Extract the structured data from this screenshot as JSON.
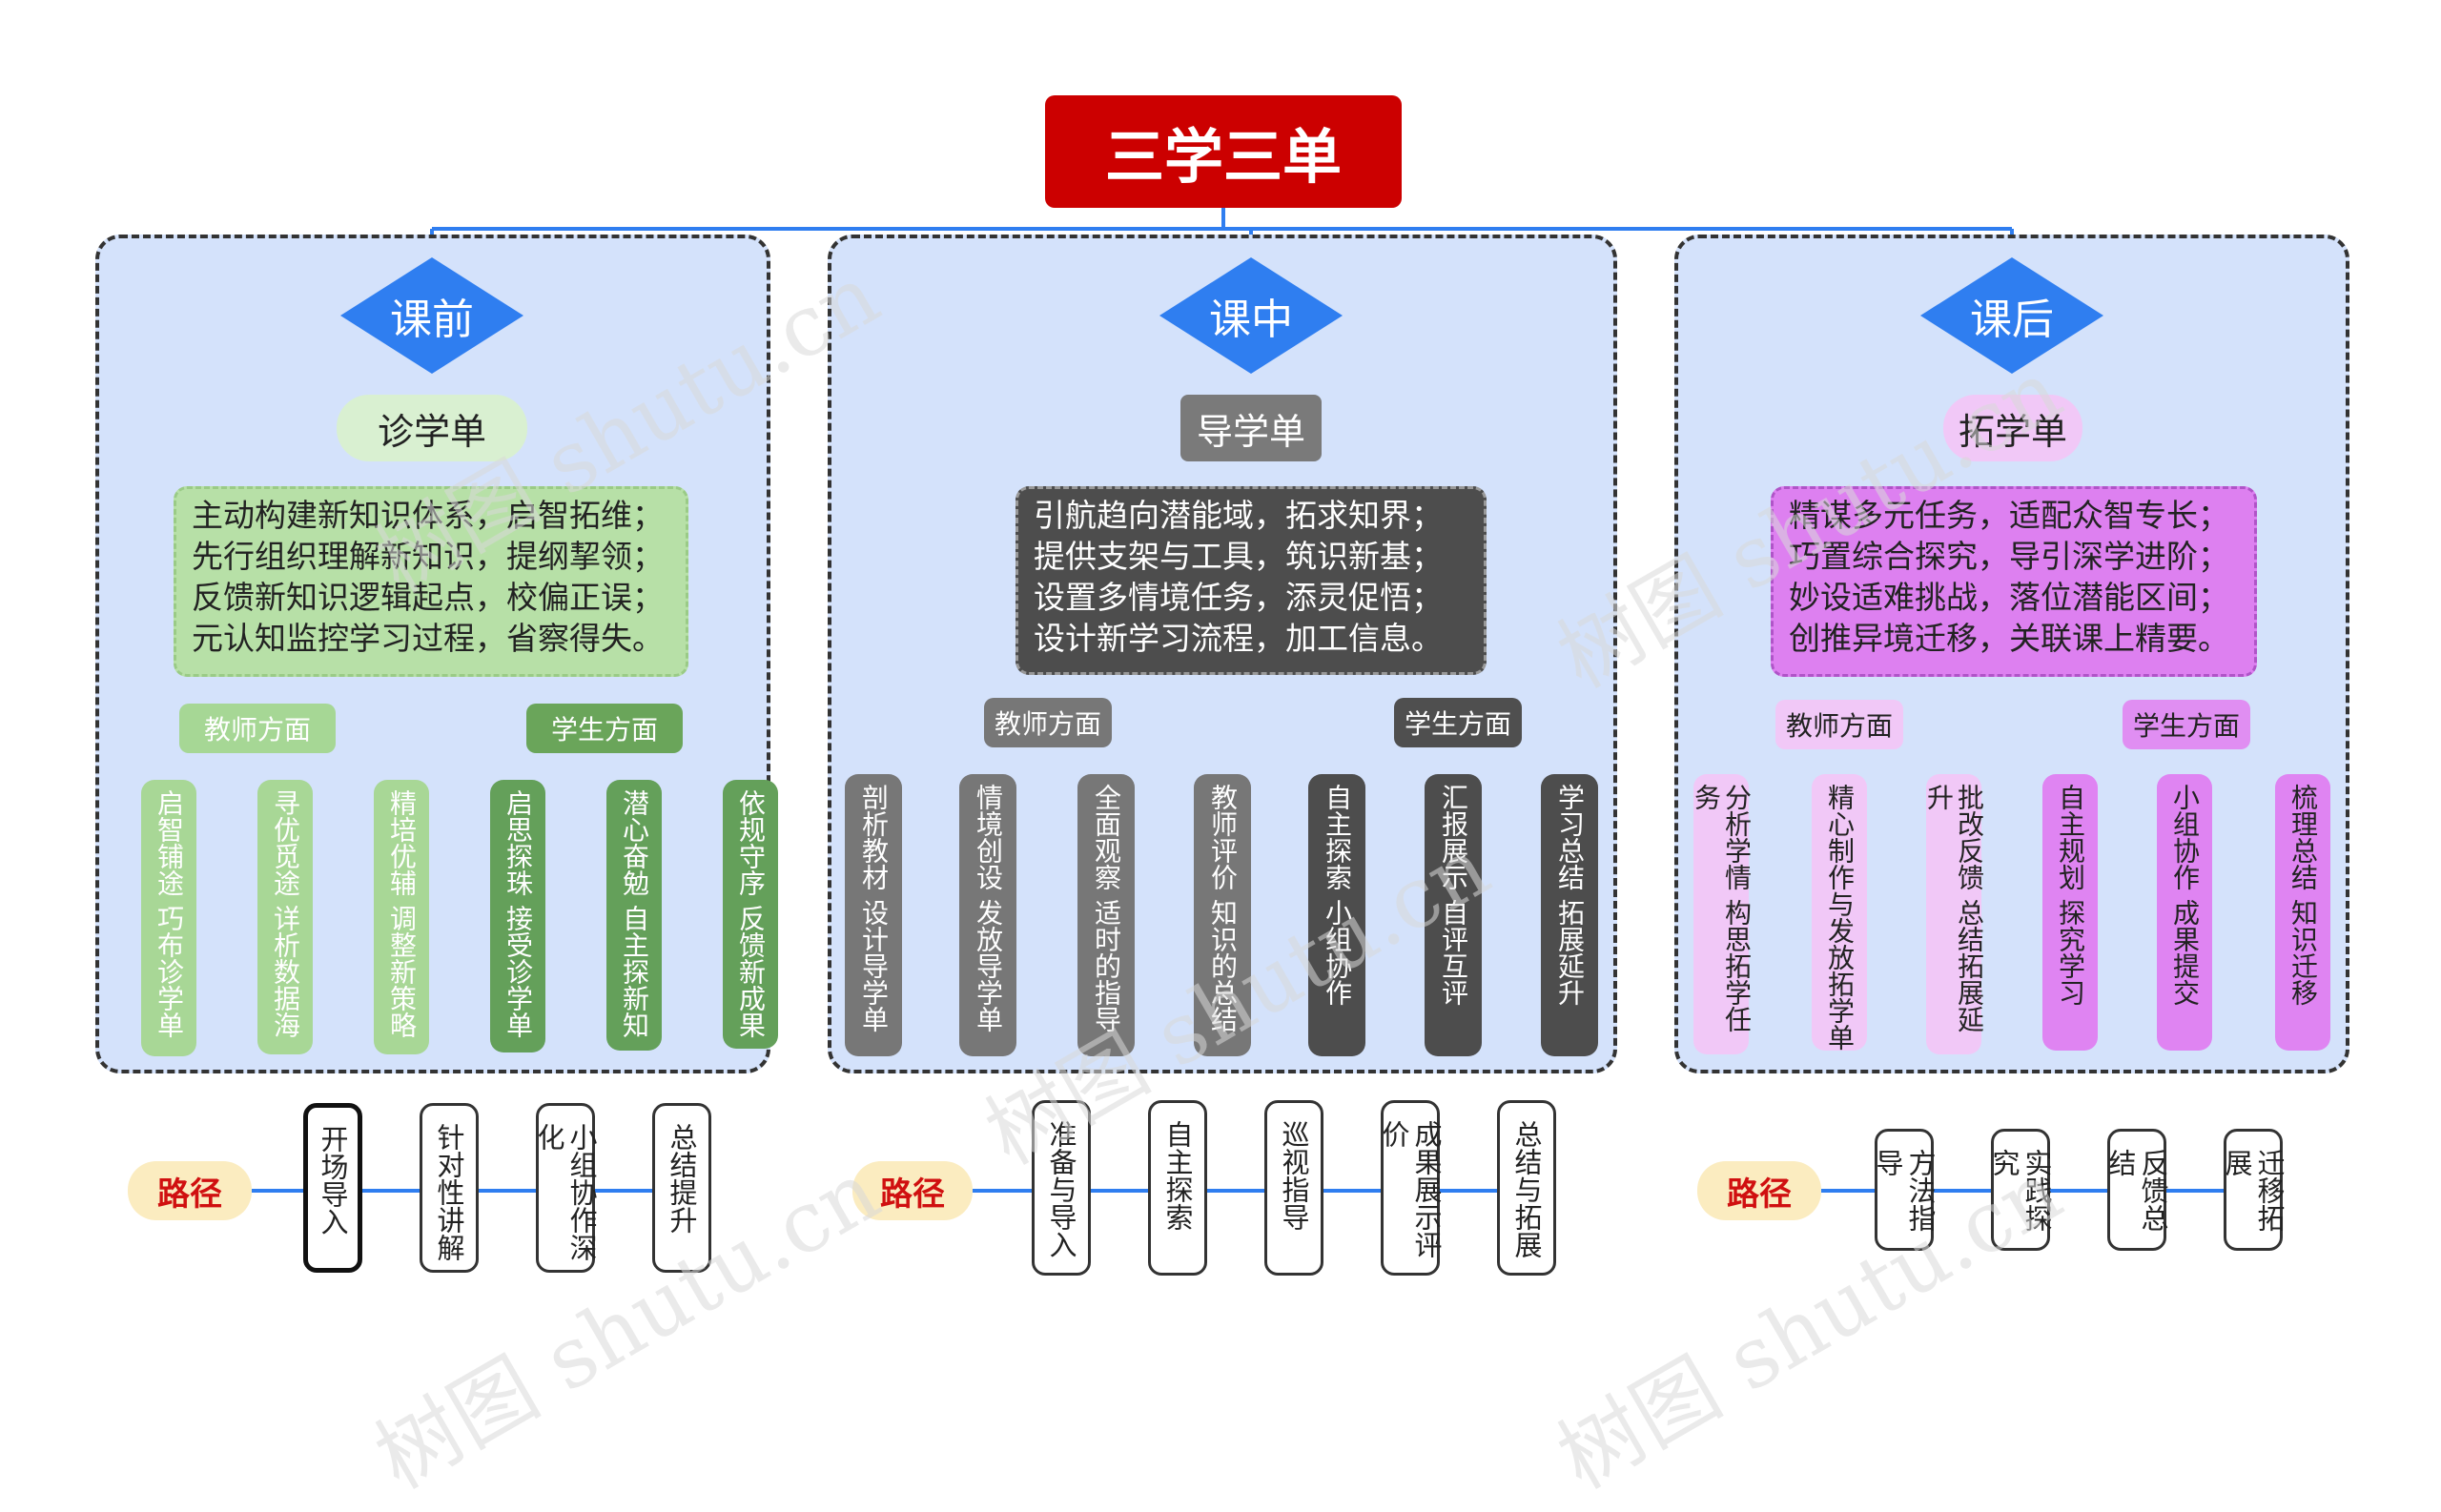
{
  "title": "三学三单",
  "columns": [
    {
      "stage": "课前",
      "sheet": "诊学单",
      "summary": [
        "主动构建新知识体系，启智拓维；",
        "先行组织理解新知识，提纲挈领；",
        "反馈新知识逻辑起点，校偏正误；",
        "元认知监控学习过程，省察得失。"
      ],
      "teacher_label": "教师方面",
      "student_label": "学生方面",
      "teacher_items": [
        "启智铺途 巧布诊学单",
        "寻优觅途 详析数据海",
        "精培优辅 调整新策略"
      ],
      "student_items": [
        "启思探珠 接受诊学单",
        "潜心奋勉 自主探新知",
        "依规守序 反馈新成果"
      ],
      "path_label": "路径",
      "path_steps": [
        "开场导入",
        "针对性讲解",
        "小组协作深化",
        "总结提升"
      ]
    },
    {
      "stage": "课中",
      "sheet": "导学单",
      "summary": [
        "引航趋向潜能域，拓求知界；",
        "提供支架与工具，筑识新基；",
        "设置多情境任务，添灵促悟；",
        "设计新学习流程，加工信息。"
      ],
      "teacher_label": "教师方面",
      "student_label": "学生方面",
      "teacher_items": [
        "剖析教材 设计导学单",
        "情境创设 发放导学单",
        "全面观察 适时的指导",
        "教师评价 知识的总结"
      ],
      "student_items": [
        "自主探索 小组协作",
        "汇报展示 自评互评",
        "学习总结 拓展延升"
      ],
      "path_label": "路径",
      "path_steps": [
        "准备与导入",
        "自主探索",
        "巡视指导",
        "成果展示评价",
        "总结与拓展"
      ]
    },
    {
      "stage": "课后",
      "sheet": "拓学单",
      "summary": [
        "精谋多元任务，适配众智专长；",
        "巧置综合探究，导引深学进阶；",
        "妙设适难挑战，落位潜能区间；",
        "创推异境迁移，关联课上精要。"
      ],
      "teacher_label": "教师方面",
      "student_label": "学生方面",
      "teacher_items": [
        "分析学情 构思拓学任务",
        "精心制作与发放拓学单",
        "批改反馈 总结拓展延升"
      ],
      "student_items": [
        "自主规划 探究学习",
        "小组协作 成果提交",
        "梳理总结 知识迁移"
      ],
      "path_label": "路径",
      "path_steps": [
        "方法指导",
        "实践探究",
        "反馈总结",
        "迁移拓展"
      ]
    }
  ],
  "watermarks": [
    "树图 shutu.cn",
    "树图 shutu.cn",
    "树图 shutu.cn",
    "树图 shutu.cn",
    "树图 shutu.cn"
  ],
  "colors": {
    "title_bg": "#cc0000",
    "diamond": "#2f7ef0",
    "panel_bg": "#d4e2fb",
    "col1_light": "#b5dea5",
    "col1_dark": "#6ea25a",
    "col2_light": "#7c7c7c",
    "col2_dark": "#4d4d4d",
    "col3_light": "#f1c8f7",
    "col3_dark": "#dd7ef0",
    "line": "#2f7ef0"
  }
}
